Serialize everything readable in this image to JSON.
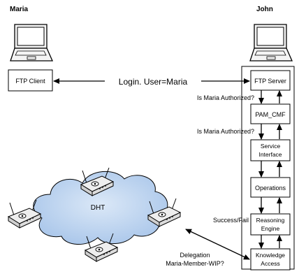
{
  "users": {
    "maria": "Maria",
    "john": "John"
  },
  "boxes": {
    "ftp_client": "FTP Client",
    "ftp_server": "FTP Server",
    "pam_cmf": "PAM_CMF",
    "service_interface": [
      "Service",
      "Interface"
    ],
    "operations": "Operations",
    "reasoning_engine": [
      "Reasoning",
      "Engine"
    ],
    "knowledge_access": [
      "Knowledge",
      "Access"
    ]
  },
  "arrow_labels": {
    "login": "Login. User=Maria",
    "authorized_1": "Is Maria Authorized?",
    "authorized_2": "Is Maria Authorized?",
    "success_fail": "Success/Fail",
    "delegation": [
      "Delegation",
      "Maria-Member-WIP?"
    ]
  },
  "cloud": {
    "label": "DHT"
  },
  "icons": {
    "laptop": "laptop-icon",
    "router": "wireless-router-icon",
    "cloud": "cloud-icon"
  }
}
